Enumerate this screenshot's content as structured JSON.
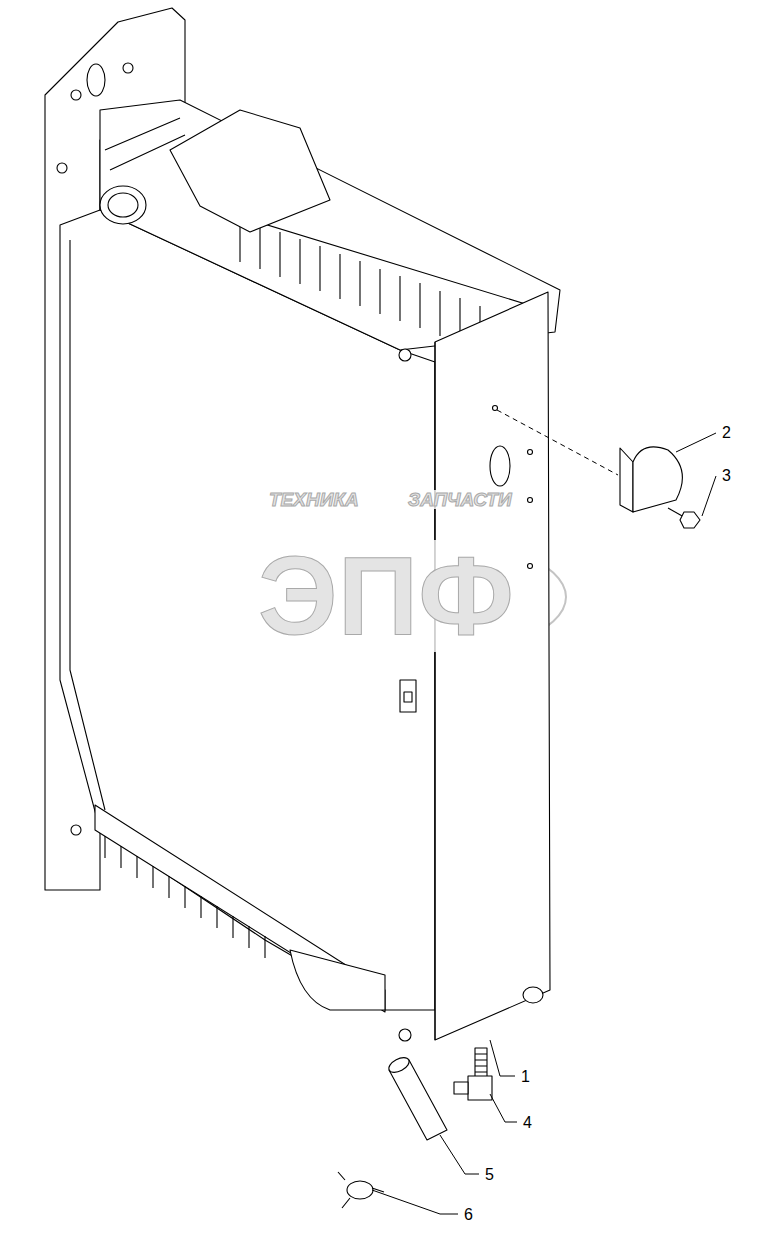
{
  "diagram": {
    "labels": [
      "1",
      "2",
      "3",
      "4",
      "5",
      "6",
      "ТЕХНИКА",
      "ЗАПЧАСТИ",
      "ЭПФ"
    ]
  }
}
